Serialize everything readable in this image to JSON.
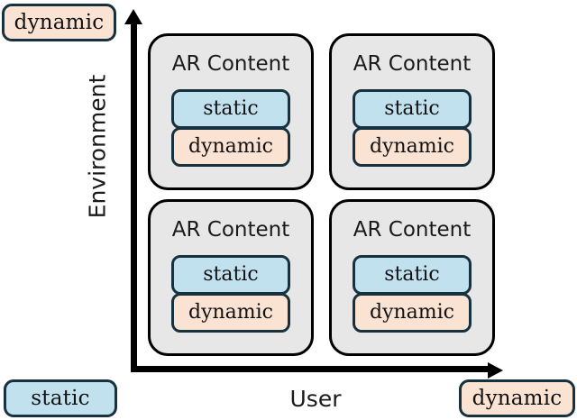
{
  "axes": {
    "y": {
      "title": "Environment",
      "high_label": "dynamic",
      "low_label": "static"
    },
    "x": {
      "title": "User",
      "high_label": "dynamic",
      "low_label": "static"
    }
  },
  "legend_badges": {
    "environment_dynamic": "dynamic",
    "user_static": "static",
    "user_dynamic": "dynamic"
  },
  "quadrants": [
    {
      "id": "top-left",
      "title": "AR Content",
      "boxes": [
        {
          "label": "static",
          "kind": "static"
        },
        {
          "label": "dynamic",
          "kind": "dynamic"
        }
      ]
    },
    {
      "id": "top-right",
      "title": "AR Content",
      "boxes": [
        {
          "label": "static",
          "kind": "static"
        },
        {
          "label": "dynamic",
          "kind": "dynamic"
        }
      ]
    },
    {
      "id": "bottom-left",
      "title": "AR Content",
      "boxes": [
        {
          "label": "static",
          "kind": "static"
        },
        {
          "label": "dynamic",
          "kind": "dynamic"
        }
      ]
    },
    {
      "id": "bottom-right",
      "title": "AR Content",
      "boxes": [
        {
          "label": "static",
          "kind": "static"
        },
        {
          "label": "dynamic",
          "kind": "dynamic"
        }
      ]
    }
  ],
  "colors": {
    "static_fill": "#c2e1ef",
    "dynamic_fill": "#fbe3d4",
    "panel_fill": "#e7e7e7",
    "box_border": "#17313f",
    "panel_border": "#000000",
    "axis": "#000000"
  }
}
